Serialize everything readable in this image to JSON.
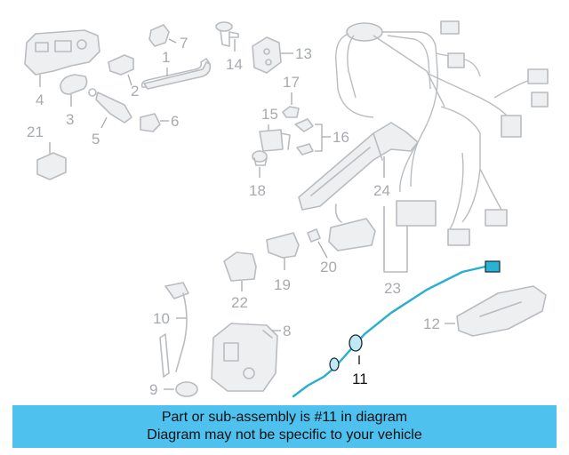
{
  "diagram": {
    "highlighted_part": "11",
    "callouts": [
      "1",
      "2",
      "3",
      "4",
      "5",
      "6",
      "7",
      "8",
      "9",
      "10",
      "11",
      "12",
      "13",
      "14",
      "15",
      "16",
      "17",
      "18",
      "19",
      "20",
      "21",
      "22",
      "23",
      "24"
    ]
  },
  "banner": {
    "line1": "Part or sub-assembly is #11 in diagram",
    "line2": "Diagram may not be specific to your vehicle"
  },
  "colors": {
    "highlight": "#27b3d6",
    "banner": "#4fc1ee",
    "parts": "#b9bcc0"
  }
}
